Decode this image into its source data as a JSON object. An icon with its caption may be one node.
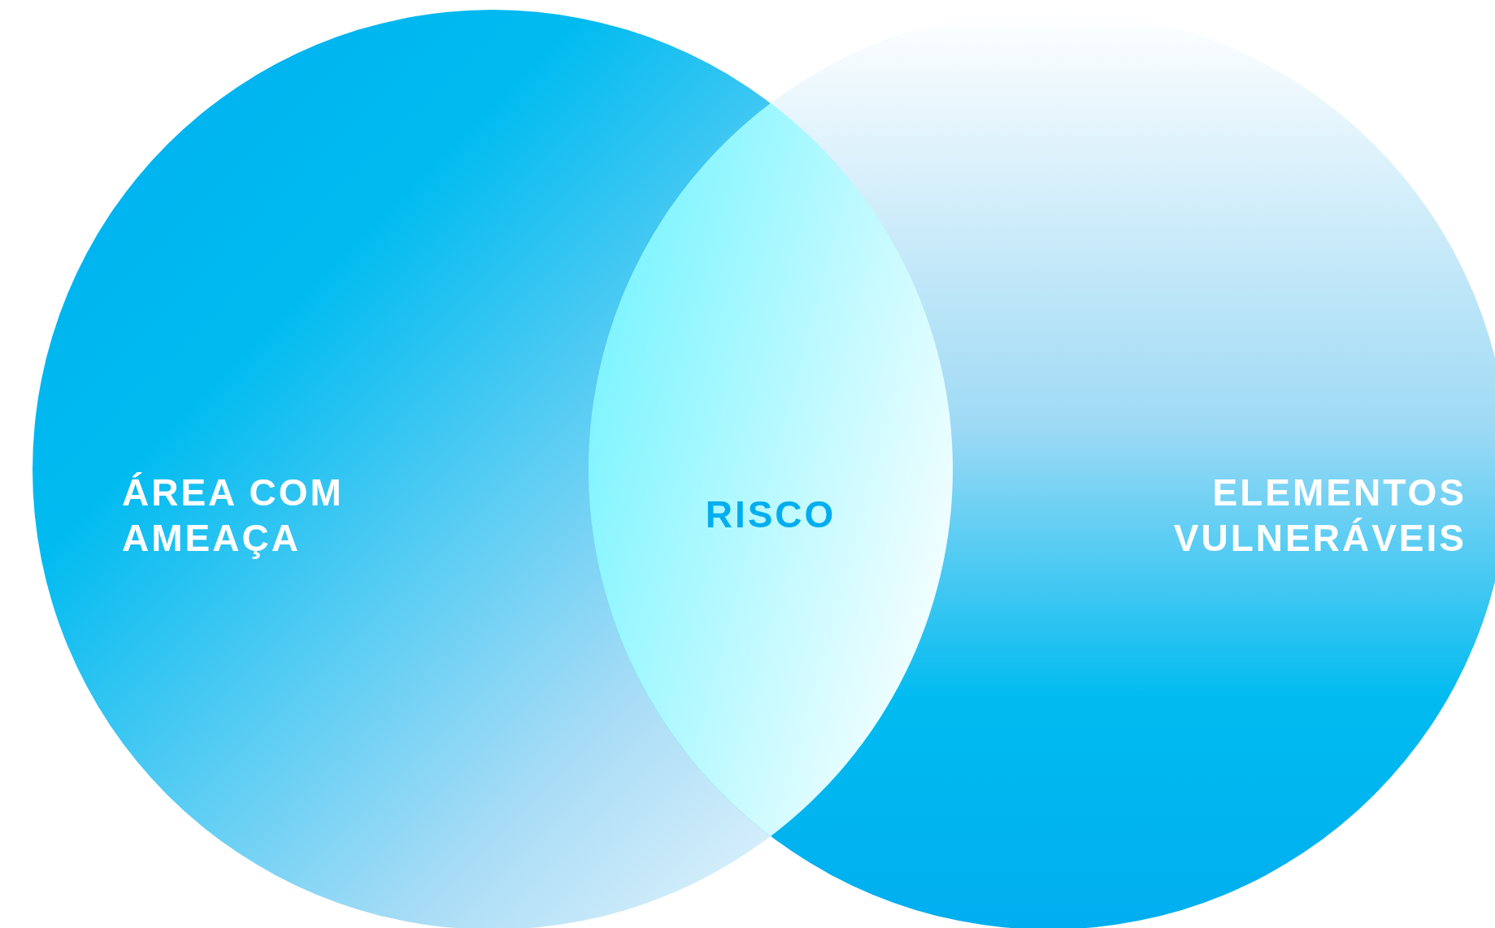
{
  "diagram": {
    "nodes": [
      {
        "text": [
          "ÁREA COM AMEAÇA"
        ]
      },
      {
        "text": [
          "ELEMENTOS VULNERÁVEIS"
        ]
      },
      {
        "text": [
          "RISCO"
        ]
      }
    ]
  }
}
